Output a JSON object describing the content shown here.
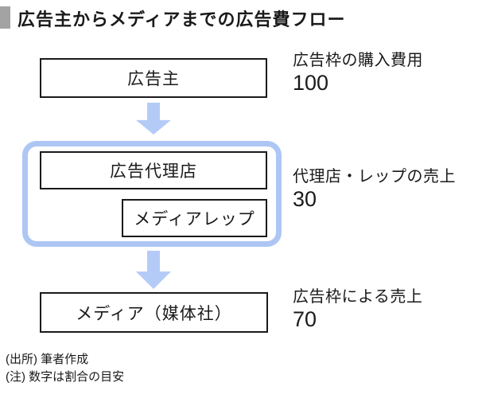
{
  "title": {
    "text": "広告主からメディアまでの広告費フロー"
  },
  "colors": {
    "accent_blue": "#adc6f4",
    "arrow_blue": "#b5cbf7",
    "marker_gray": "#a3a3a3",
    "text_black": "#1a1a1a"
  },
  "flow": {
    "advertiser": {
      "label": "広告主",
      "side_label": "広告枠の購入費用",
      "side_value": "100"
    },
    "agency_group": {
      "agency_label": "広告代理店",
      "media_rep_label": "メディアレップ",
      "side_label": "代理店・レップの売上",
      "side_value": "30"
    },
    "media": {
      "label": "メディア（媒体社）",
      "side_label": "広告枠による売上",
      "side_value": "70"
    }
  },
  "notes": {
    "source": "(出所) 筆者作成",
    "note": "(注) 数字は割合の目安"
  }
}
